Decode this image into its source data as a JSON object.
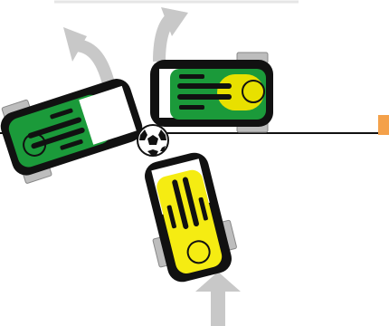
{
  "scene": {
    "background": "#ffffff",
    "field_line_color": "#111111",
    "edge_marker_color": "#f4a14a",
    "arrow_color": "#c8c8c8",
    "robots": [
      {
        "id": "robot-top-green",
        "body_color": "#1b9a3a",
        "accent_color": "#e8e000",
        "frame_color": "#111111",
        "wheel_color": "#bdbdbd",
        "heading": "left"
      },
      {
        "id": "robot-left-green",
        "body_color": "#1b9a3a",
        "frame_color": "#111111",
        "wheel_color": "#bdbdbd",
        "heading": "up-right"
      },
      {
        "id": "robot-bottom-yellow",
        "body_color": "#f5ec12",
        "frame_color": "#111111",
        "wheel_color": "#bdbdbd",
        "heading": "up"
      }
    ],
    "ball": {
      "id": "soccer-ball",
      "color": "#ffffff",
      "patch_color": "#111111"
    },
    "arrows": [
      {
        "id": "arrow-left-robot-motion",
        "direction": "up-left"
      },
      {
        "id": "arrow-top-robot-motion",
        "direction": "up-right"
      },
      {
        "id": "arrow-bottom-robot-motion",
        "direction": "up"
      }
    ]
  }
}
